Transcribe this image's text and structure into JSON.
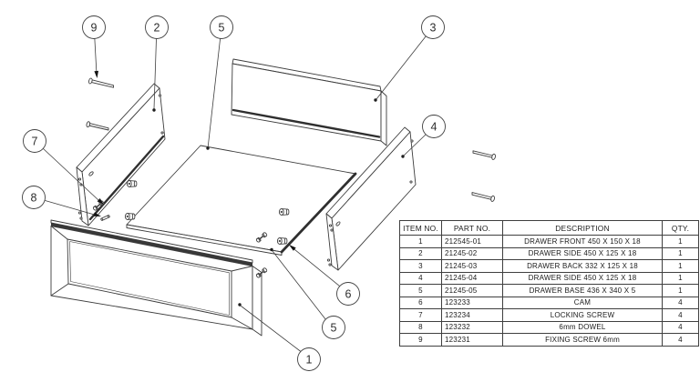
{
  "drawing": {
    "type": "exploded-assembly-diagram",
    "subject": "drawer assembly"
  },
  "colors": {
    "line": "#3c3c3c",
    "groove": "#2f2f2f",
    "table_border": "#3f3f3f",
    "background": "#ffffff"
  },
  "callouts": [
    {
      "label": "9"
    },
    {
      "label": "2"
    },
    {
      "label": "5"
    },
    {
      "label": "3"
    },
    {
      "label": "4"
    },
    {
      "label": "7"
    },
    {
      "label": "8"
    },
    {
      "label": "6"
    },
    {
      "label": "5"
    },
    {
      "label": "1"
    }
  ],
  "table": {
    "headers": [
      "ITEM NO.",
      "PART NO.",
      "DESCRIPTION",
      "QTY."
    ],
    "rows": [
      [
        "1",
        "212545-01",
        "DRAWER FRONT 450 X 150 X 18",
        "1"
      ],
      [
        "2",
        "21245-02",
        "DRAWER SIDE 450 X 125 X 18",
        "1"
      ],
      [
        "3",
        "21245-03",
        "DRAWER BACK 332 X 125 X 18",
        "1"
      ],
      [
        "4",
        "21245-04",
        "DRAWER SIDE 450 X 125 X 18",
        "1"
      ],
      [
        "5",
        "21245-05",
        "DRAWER BASE 436 X 340 X 5",
        "1"
      ],
      [
        "6",
        "123233",
        "CAM",
        "4"
      ],
      [
        "7",
        "123234",
        "LOCKING SCREW",
        "4"
      ],
      [
        "8",
        "123232",
        "6mm DOWEL",
        "4"
      ],
      [
        "9",
        "123231",
        "FIXING SCREW 6mm",
        "4"
      ]
    ]
  }
}
